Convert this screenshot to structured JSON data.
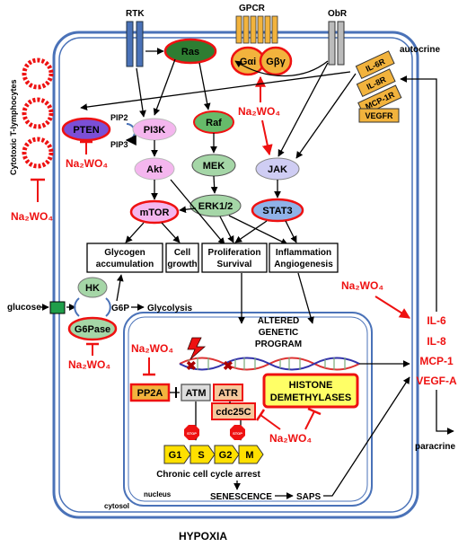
{
  "receptors": {
    "rtk": "RTK",
    "gpcr": "GPCR",
    "obr": "ObR",
    "autocrine": "autocrine"
  },
  "gpcr_subunits": {
    "galpha": "Gαi",
    "gbeta": "Gβγ"
  },
  "ctl": "Cytotoxic T-lymphocytes",
  "inhibitor": "Na₂WO₄",
  "nodes": {
    "ras": "Ras",
    "raf": "Raf",
    "mek": "MEK",
    "erk": "ERK1/2",
    "pten": "PTEN",
    "pi3k": "PI3K",
    "pip2": "PIP2",
    "pip3": "PIP3",
    "akt": "Akt",
    "mtor": "mTOR",
    "jak": "JAK",
    "stat3": "STAT3",
    "hk": "HK",
    "g6pase": "G6Pase",
    "g6p": "G6P",
    "glycolysis": "Glycolysis",
    "glucose": "glucose"
  },
  "outcome_boxes": {
    "glycogen": [
      "Glycogen",
      "accumulation"
    ],
    "growth": [
      "Cell",
      "growth"
    ],
    "prolif": [
      "Proliferation",
      "Survival"
    ],
    "inflam": [
      "Inflammation",
      "Angiogenesis"
    ]
  },
  "cytokine_receptors": [
    "IL-6R",
    "IL-8R",
    "MCP-1R",
    "VEGFR"
  ],
  "secreted": [
    "IL-6",
    "IL-8",
    "MCP-1",
    "VEGF-A"
  ],
  "paracrine": "paracrine",
  "nucleus": {
    "altered": [
      "ALTERED",
      "GENETIC",
      "PROGRAM"
    ],
    "pp2a": "PP2A",
    "atm": "ATM",
    "atr": "ATR",
    "cdc25c": "cdc25C",
    "histone": [
      "HISTONE",
      "DEMETHYLASES"
    ],
    "phases": [
      "G1",
      "S",
      "G2",
      "M"
    ],
    "stop": "STOP",
    "arrest": "Chronic cell cycle arrest",
    "senescence": "SENESCENCE",
    "saps": "SAPS",
    "nucleus_label": "nucleus"
  },
  "cytosol": "cytosol",
  "hypoxia": "HYPOXIA",
  "colors": {
    "red": "#e11",
    "green_dark": "#2e7d32",
    "green_light": "#a5d6a7",
    "purple": "#7b4fd6",
    "lavender": "#cfcdf3",
    "pink": "#f4b6ee",
    "blue": "#4a72b8",
    "orange": "#f2b33d",
    "yellow": "#ffff66",
    "peach": "#f6c89c"
  }
}
